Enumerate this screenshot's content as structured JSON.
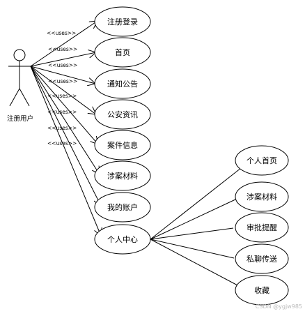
{
  "actor": {
    "label": "注册用户"
  },
  "stereotype": "<<uses>>",
  "use_cases": [
    {
      "id": "register-login",
      "label": "注册登录"
    },
    {
      "id": "home",
      "label": "首页"
    },
    {
      "id": "notice",
      "label": "通知公告"
    },
    {
      "id": "police-news",
      "label": "公安资讯"
    },
    {
      "id": "case-info",
      "label": "案件信息"
    },
    {
      "id": "case-materials",
      "label": "涉案材料"
    },
    {
      "id": "my-account",
      "label": "我的账户"
    },
    {
      "id": "personal-center",
      "label": "个人中心"
    }
  ],
  "sub_use_cases": [
    {
      "id": "personal-home",
      "label": "个人首页"
    },
    {
      "id": "personal-case-materials",
      "label": "涉案材料"
    },
    {
      "id": "review-reminder",
      "label": "审批提醒"
    },
    {
      "id": "private-message",
      "label": "私聊传送"
    },
    {
      "id": "favorites",
      "label": "收藏"
    }
  ],
  "watermark": "CSDN @ygjw985"
}
